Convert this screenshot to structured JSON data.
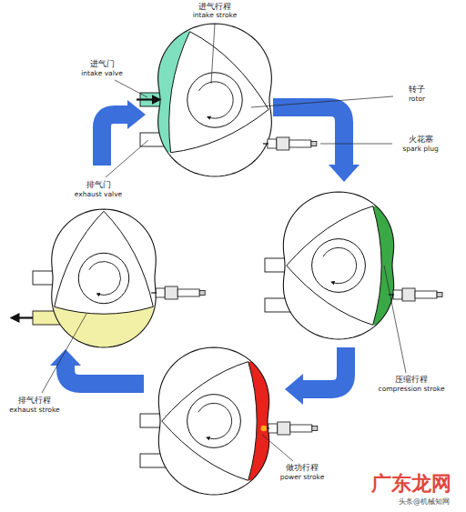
{
  "diagram": {
    "labels": [
      "进气行程",
      "intake stroke",
      "进气门",
      "intake valve",
      "转子",
      "rotor",
      "火花塞",
      "spark plug",
      "排气门",
      "exhaust valve",
      "排气行程",
      "exhaust stroke",
      "压缩行程",
      "compression stroke",
      "做功行程",
      "power stroke",
      "广东龙网",
      "头条@机械知网"
    ]
  }
}
